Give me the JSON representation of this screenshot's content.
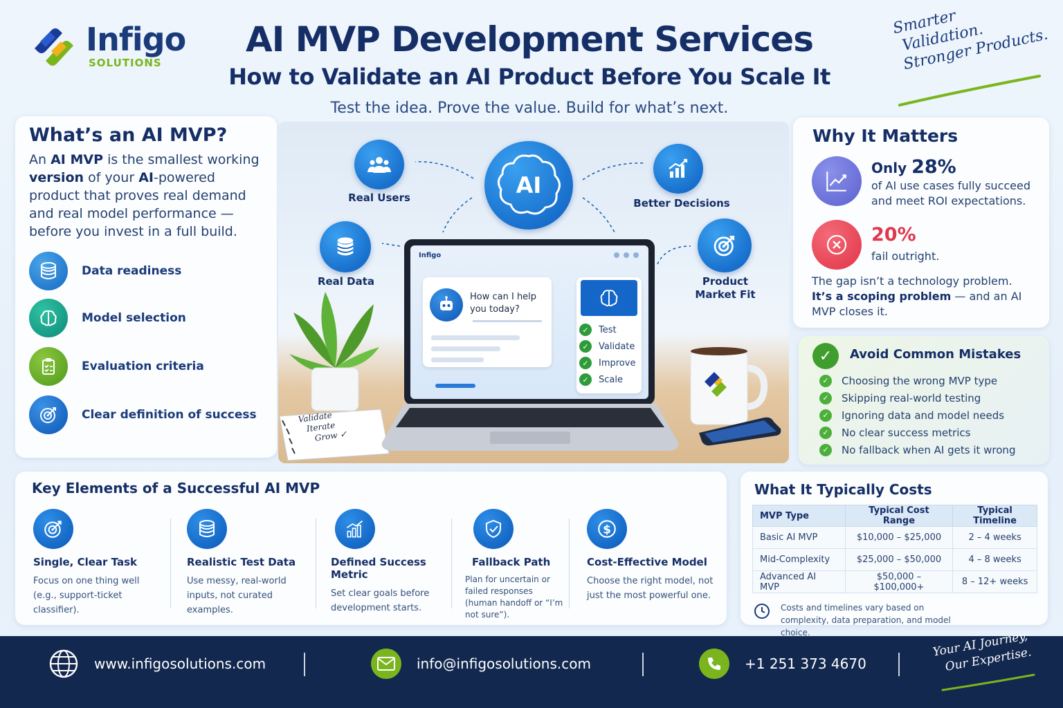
{
  "brand": {
    "name": "Infigo",
    "sub": "SOLUTIONS",
    "screen_brand": "Infigo"
  },
  "header": {
    "title": "AI MVP Development Services",
    "subtitle": "How to Validate an AI Product Before You Scale It",
    "tagline": "Test the idea. Prove the value. Build for what’s next.",
    "slogan": [
      "Smarter",
      "Validation.",
      "Stronger Products."
    ]
  },
  "what": {
    "heading": "What’s an AI MVP?",
    "body_parts": [
      "An ",
      "AI MVP",
      " is the smallest working ",
      "version",
      " of your ",
      "AI",
      "-powered product that proves real demand and real model performance — before you invest in a full build."
    ],
    "features": [
      "Data readiness",
      "Model selection",
      "Evaluation criteria",
      "Clear definition of success"
    ]
  },
  "diagram": {
    "center": "AI",
    "nodes": [
      "Real Users",
      "Better Decisions",
      "Real Data",
      "Product Market Fit"
    ]
  },
  "screen": {
    "chat_prompt": "How can I help you today?",
    "checklist": [
      "Test",
      "Validate",
      "Improve",
      "Scale"
    ],
    "notepad": [
      "Validate",
      "Iterate",
      "Grow ✓"
    ]
  },
  "why": {
    "heading": "Why It Matters",
    "stat1_prefix": "Only ",
    "stat1_value": "28%",
    "stat1_text": "of AI use cases fully succeed and meet ROI expectations.",
    "stat2_value": "20%",
    "stat2_text": "fail outright.",
    "gap_line1": "The gap isn’t a technology problem.",
    "gap_bold": "It’s a scoping problem",
    "gap_rest": " — and an AI MVP closes it."
  },
  "avoid": {
    "heading": "Avoid Common Mistakes",
    "items": [
      "Choosing the wrong MVP type",
      "Skipping real-world testing",
      "Ignoring data and model needs",
      "No clear success metrics",
      "No fallback when AI gets it wrong"
    ]
  },
  "key": {
    "heading": "Key Elements of a Successful AI MVP",
    "items": [
      {
        "title": "Single, Clear Task",
        "desc": "Focus on one thing well (e.g., support-ticket classifier)."
      },
      {
        "title": "Realistic Test Data",
        "desc": "Use messy, real-world inputs, not curated examples."
      },
      {
        "title": "Defined Success Metric",
        "desc": "Set clear goals before development starts."
      },
      {
        "title": "Fallback Path",
        "desc": "Plan for uncertain or failed responses (human handoff or “I’m not sure”)."
      },
      {
        "title": "Cost-Effective Model",
        "desc": "Choose the right model, not just the most powerful one."
      }
    ]
  },
  "cost": {
    "heading": "What It Typically Costs",
    "columns": [
      "MVP Type",
      "Typical Cost Range",
      "Typical Timeline"
    ],
    "rows": [
      [
        "Basic AI MVP",
        "$10,000 – $25,000",
        "2 – 4 weeks"
      ],
      [
        "Mid-Complexity",
        "$25,000 – $50,000",
        "4 – 8 weeks"
      ],
      [
        "Advanced AI MVP",
        "$50,000 – $100,000+",
        "8 – 12+ weeks"
      ]
    ],
    "note": "Costs and timelines vary based on complexity, data preparation, and model choice."
  },
  "footer": {
    "website": "www.infigosolutions.com",
    "email": "info@infigosolutions.com",
    "phone": "+1 251 373 4670",
    "slogan": [
      "Your AI Journey,",
      "Our Expertise."
    ]
  },
  "colors": {
    "navy": "#152e66",
    "footer": "#13284f",
    "blue": "#0b5dbf",
    "green": "#4caf3a",
    "red": "#e0394d",
    "purple": "#6b6fd8"
  }
}
